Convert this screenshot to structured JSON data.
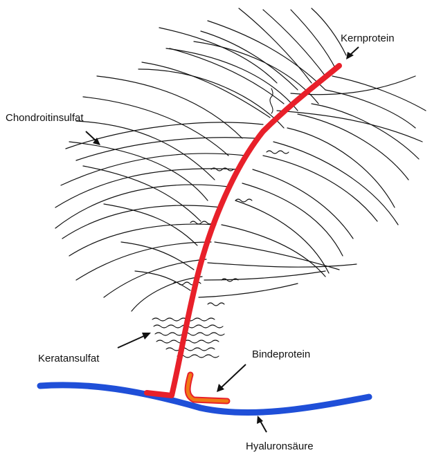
{
  "labels": {
    "core_protein": "Kernprotein",
    "chondroitin": "Chondroitinsulfat",
    "keratan": "Keratansulfat",
    "link_protein": "Bindeprotein",
    "hyaluronan": "Hyaluronsäure"
  },
  "colors": {
    "core_protein": "#e8202a",
    "link_protein": "#f07a14",
    "hyaluronan": "#1f4fd8",
    "chains": "#111111"
  }
}
